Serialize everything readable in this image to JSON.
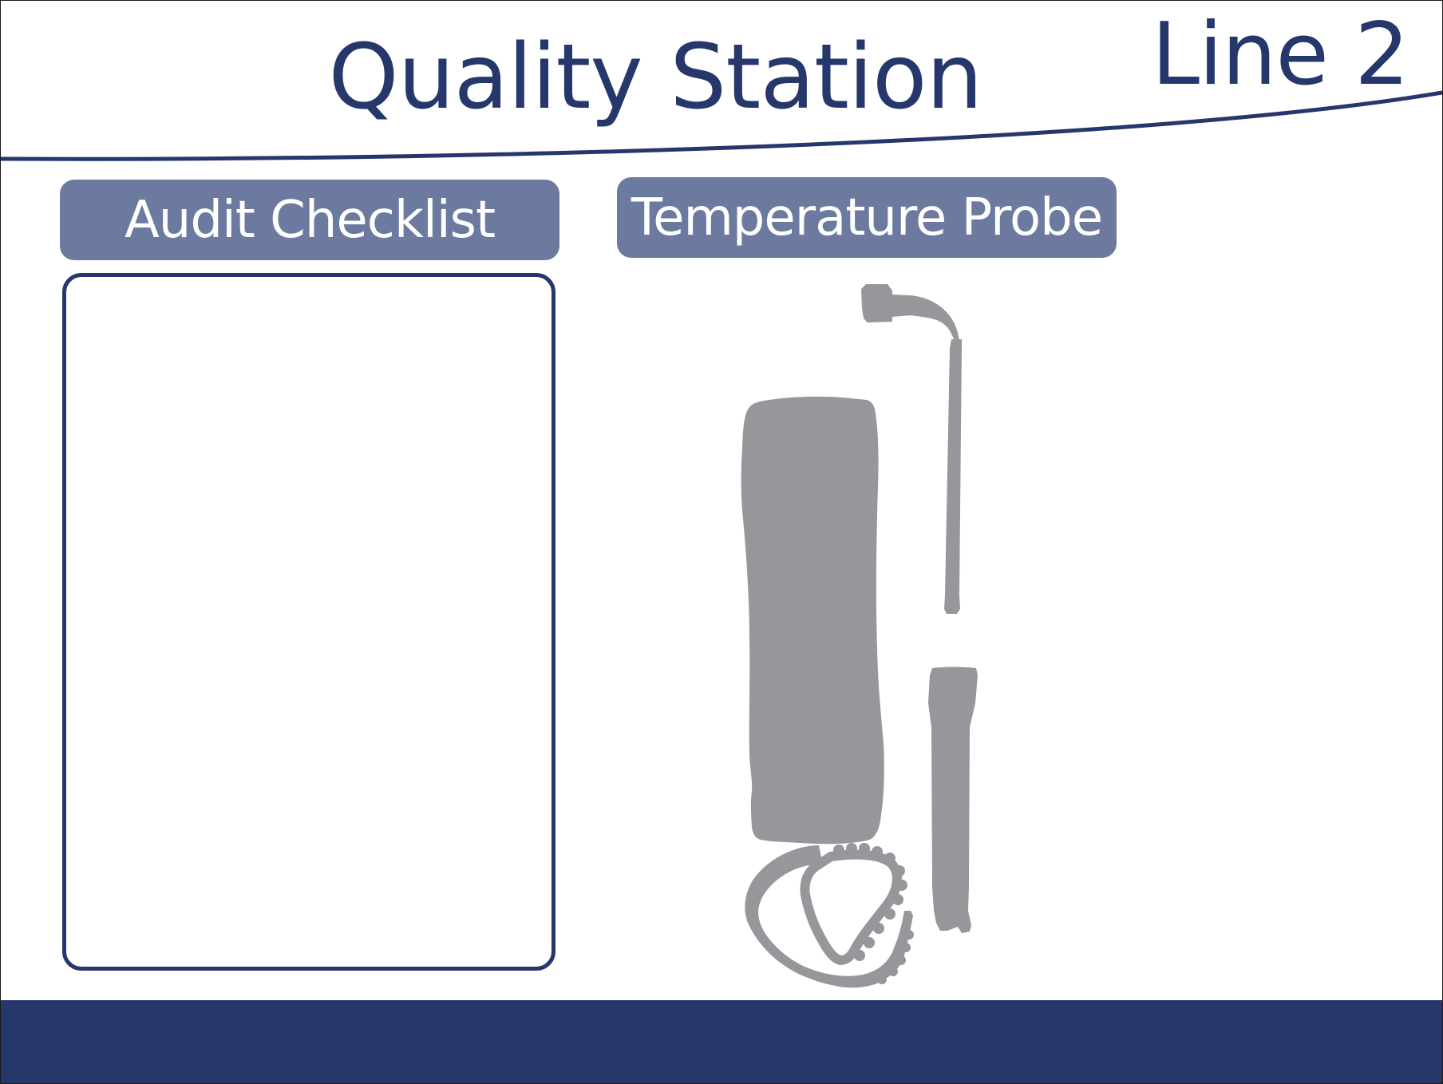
{
  "header": {
    "title": "Quality Station",
    "line_label": "Line 2"
  },
  "sections": {
    "audit_checklist": {
      "label": "Audit Checklist"
    },
    "temperature_probe": {
      "label": "Temperature Probe",
      "illustration_icon": "temperature-probe-icon"
    }
  },
  "colors": {
    "primary_navy": "#26376b",
    "label_fill": "#6d7a9f",
    "illustration_gray": "#96979a",
    "background": "#ffffff"
  }
}
